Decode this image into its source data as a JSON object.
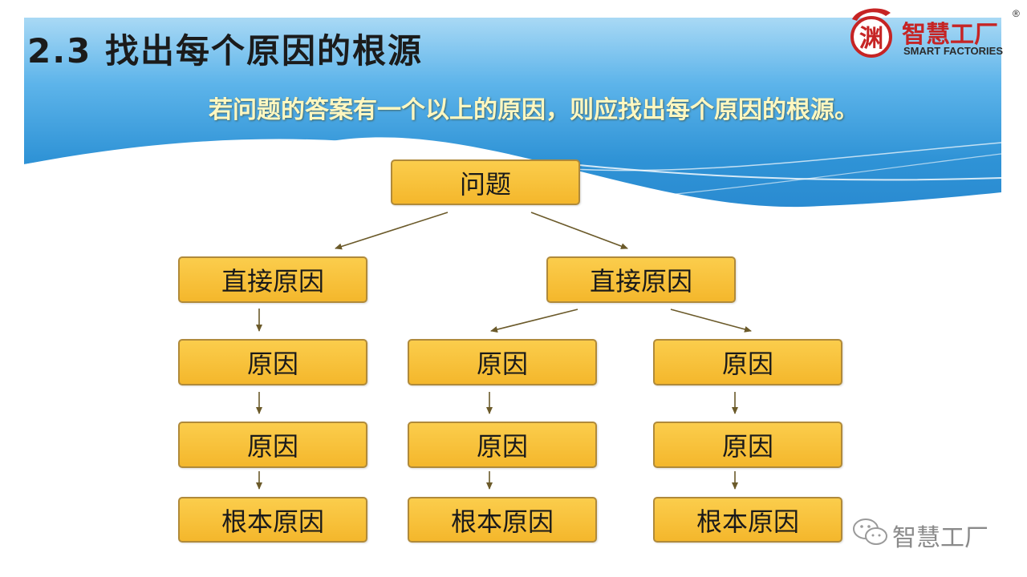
{
  "title": "2.3 找出每个原因的根源",
  "subtitle": "若问题的答案有一个以上的原因，则应找出每个原因的根源。",
  "logo": {
    "cn": "智慧工厂",
    "en": "SMART FACTORIES",
    "mark_char": "渊",
    "reg": "®"
  },
  "watermark": {
    "text": "智慧工厂",
    "icon": "wechat-icon"
  },
  "diagram": {
    "problem": "问题",
    "left_branch": {
      "direct_cause": "直接原因",
      "cause_1": "原因",
      "cause_2": "原因",
      "root_cause": "根本原因"
    },
    "middle_branch": {
      "cause_1": "原因",
      "cause_2": "原因",
      "root_cause": "根本原因"
    },
    "right_branch": {
      "direct_cause": "直接原因",
      "cause_1": "原因",
      "cause_2": "原因",
      "root_cause": "根本原因"
    }
  },
  "colors": {
    "box_fill": "#f8c23c",
    "box_border": "#b08a3a",
    "arrow": "#6b5a2a",
    "header_blue": "#2f93d6"
  }
}
